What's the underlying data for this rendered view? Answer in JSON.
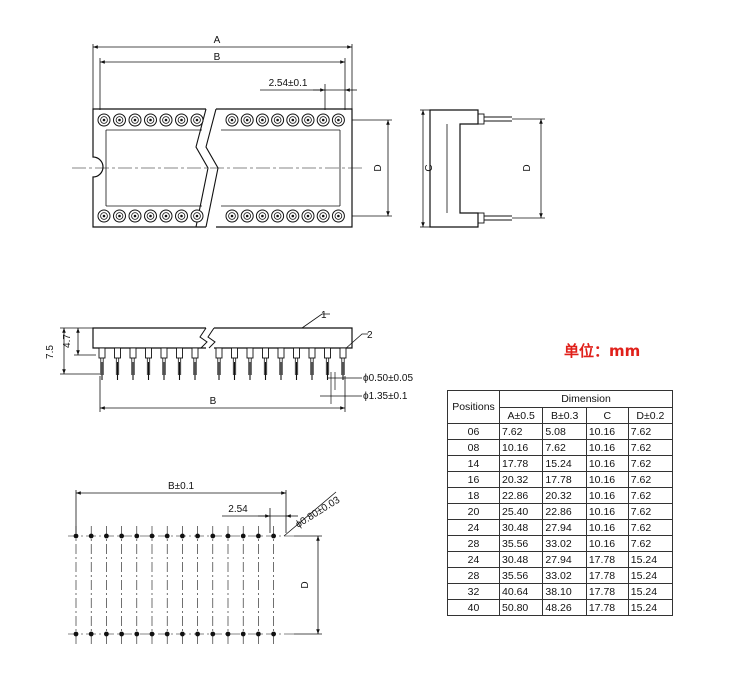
{
  "top_view": {
    "label_A": "A",
    "label_B": "B",
    "label_pitch": "2.54±0.1",
    "label_D": "D"
  },
  "end_view": {
    "label_C": "C",
    "label_D": "D"
  },
  "side_view": {
    "label_75": "7.5",
    "label_47": "4.7",
    "callout_1": "1",
    "callout_2": "2",
    "label_pin_dia": "ϕ0.50±0.05",
    "label_collar_dia": "ϕ1.35±0.1",
    "label_B": "B"
  },
  "pcb_view": {
    "label_B": "B±0.1",
    "label_pitch": "2.54",
    "label_hole": "ϕ0.80±0.03",
    "label_D": "D"
  },
  "unit_label": "单位：mm",
  "table": {
    "positions_header": "Positions",
    "dimension_header": "Dimension",
    "columns": [
      "A±0.5",
      "B±0.3",
      "C",
      "D±0.2"
    ],
    "rows": [
      {
        "pos": "06",
        "a": "7.62",
        "b": "5.08",
        "c": "10.16",
        "d": "7.62"
      },
      {
        "pos": "08",
        "a": "10.16",
        "b": "7.62",
        "c": "10.16",
        "d": "7.62"
      },
      {
        "pos": "14",
        "a": "17.78",
        "b": "15.24",
        "c": "10.16",
        "d": "7.62"
      },
      {
        "pos": "16",
        "a": "20.32",
        "b": "17.78",
        "c": "10.16",
        "d": "7.62"
      },
      {
        "pos": "18",
        "a": "22.86",
        "b": "20.32",
        "c": "10.16",
        "d": "7.62"
      },
      {
        "pos": "20",
        "a": "25.40",
        "b": "22.86",
        "c": "10.16",
        "d": "7.62"
      },
      {
        "pos": "24",
        "a": "30.48",
        "b": "27.94",
        "c": "10.16",
        "d": "7.62"
      },
      {
        "pos": "28",
        "a": "35.56",
        "b": "33.02",
        "c": "10.16",
        "d": "7.62"
      },
      {
        "pos": "24",
        "a": "30.48",
        "b": "27.94",
        "c": "17.78",
        "d": "15.24"
      },
      {
        "pos": "28",
        "a": "35.56",
        "b": "33.02",
        "c": "17.78",
        "d": "15.24"
      },
      {
        "pos": "32",
        "a": "40.64",
        "b": "38.10",
        "c": "17.78",
        "d": "15.24"
      },
      {
        "pos": "40",
        "a": "50.80",
        "b": "48.26",
        "c": "17.78",
        "d": "15.24"
      }
    ]
  }
}
